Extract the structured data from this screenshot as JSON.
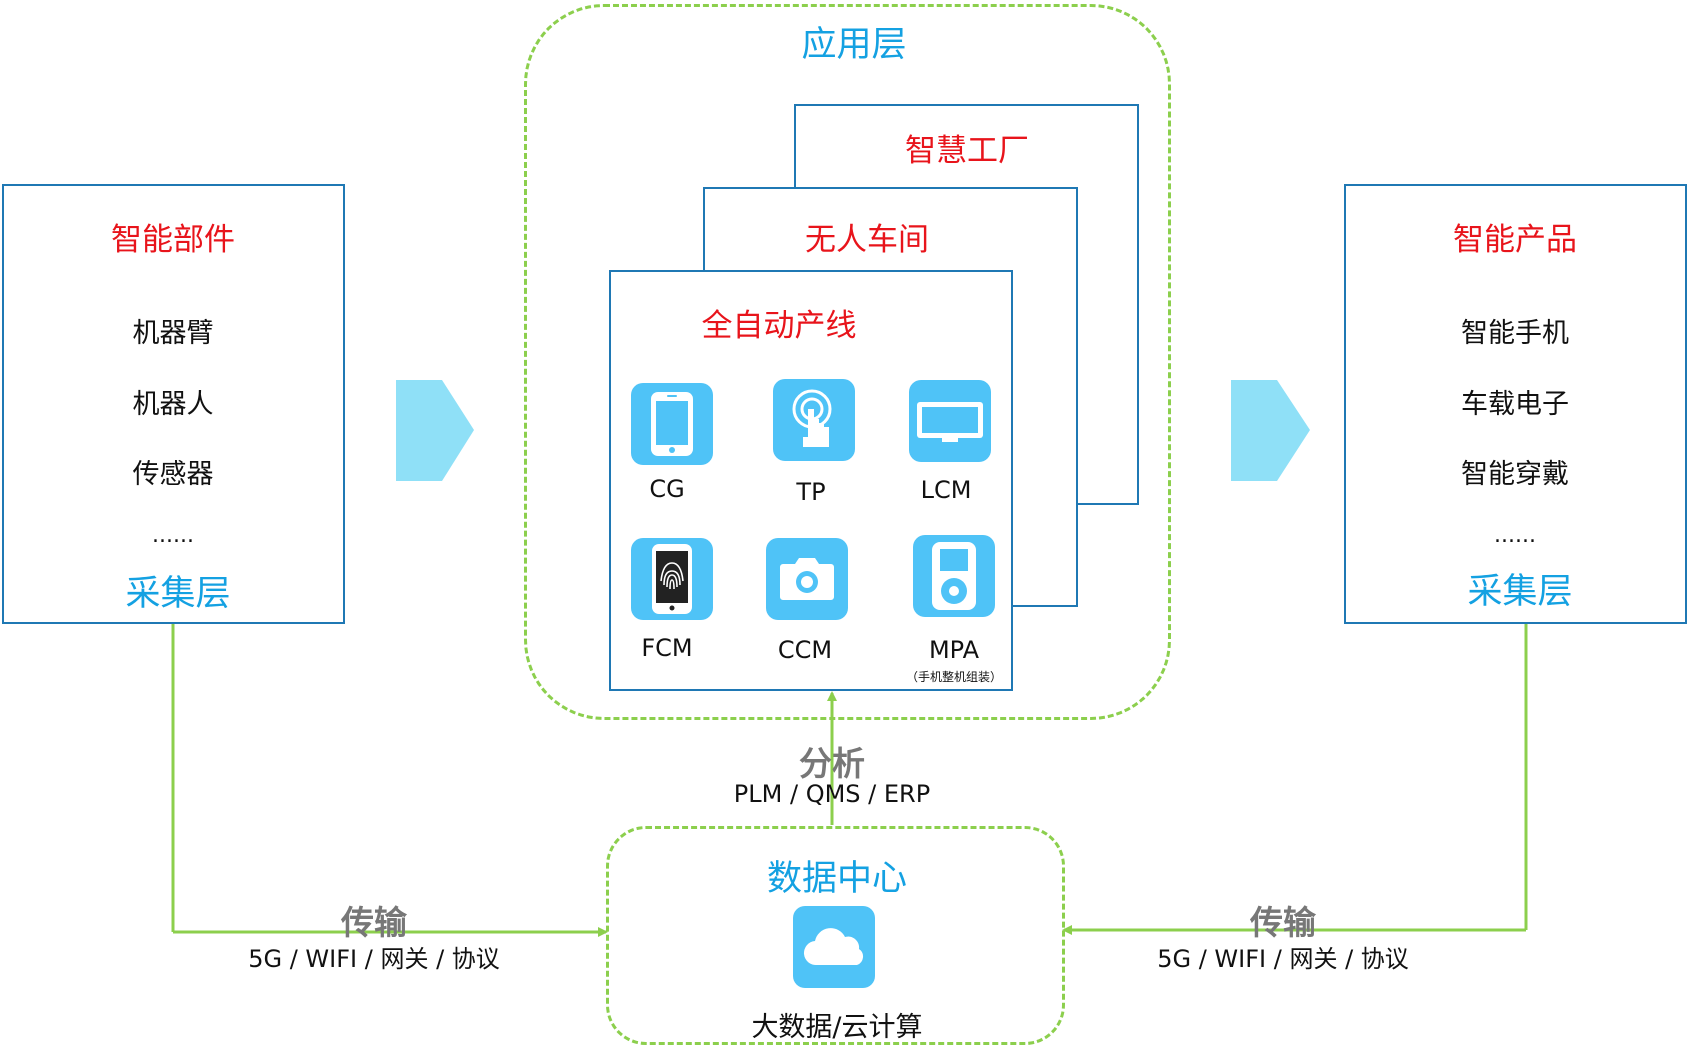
{
  "left_panel": {
    "title": "智能部件",
    "items": [
      "机器臂",
      "机器人",
      "传感器"
    ],
    "ellipsis": "......",
    "layer": "采集层"
  },
  "right_panel": {
    "title": "智能产品",
    "items": [
      "智能手机",
      "车载电子",
      "智能穿戴"
    ],
    "ellipsis": "......",
    "layer": "采集层"
  },
  "app_layer": {
    "label": "应用层",
    "factory": "智慧工厂",
    "workshop": "无人车间",
    "line": "全自动产线",
    "icons": [
      {
        "label": "CG",
        "icon": "smartphone-icon"
      },
      {
        "label": "TP",
        "icon": "touch-icon"
      },
      {
        "label": "LCM",
        "icon": "monitor-icon"
      },
      {
        "label": "FCM",
        "icon": "fingerprint-phone-icon"
      },
      {
        "label": "CCM",
        "icon": "camera-icon"
      },
      {
        "label": "MPA",
        "icon": "ipod-icon",
        "note": "（手机整机组装）"
      }
    ]
  },
  "analysis": {
    "title": "分析",
    "subtitle": "PLM / QMS / ERP"
  },
  "data_center": {
    "title": "数据中心",
    "caption": "大数据/云计算",
    "icon": "cloud-icon"
  },
  "transmission_left": {
    "title": "传输",
    "subtitle": "5G / WIFI / 网关 / 协议"
  },
  "transmission_right": {
    "title": "传输",
    "subtitle": "5G / WIFI / 网关 / 协议"
  },
  "colors": {
    "box_border": "#1f78b4",
    "red": "#e8141b",
    "blue": "#14a1e2",
    "tile": "#4fc3f7",
    "arrow": "#8fe0f7",
    "green": "#8ccf4d",
    "gray": "#777777"
  }
}
